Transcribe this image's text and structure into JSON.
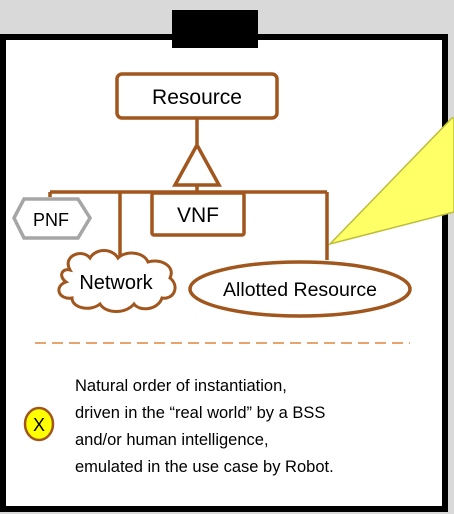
{
  "key": {
    "title": "Key"
  },
  "nodes": {
    "resource": "Resource",
    "pnf": "PNF",
    "vnf": "VNF",
    "network": "Network",
    "allotted": "Allotted Resource"
  },
  "legend": {
    "marker": "X",
    "lines": [
      "Natural order of instantiation,",
      "driven in the “real world” by a BSS",
      "and/or human intelligence,",
      "emulated in the use case by Robot."
    ]
  },
  "colors": {
    "frame": "#000000",
    "brown": "#a0561c",
    "callout": "#ffff66",
    "pnf_border": "#a6a6a6",
    "pnf_text": "#7f7f7f",
    "dashed": "#e7a46c",
    "marker_fill": "#ffff00"
  }
}
